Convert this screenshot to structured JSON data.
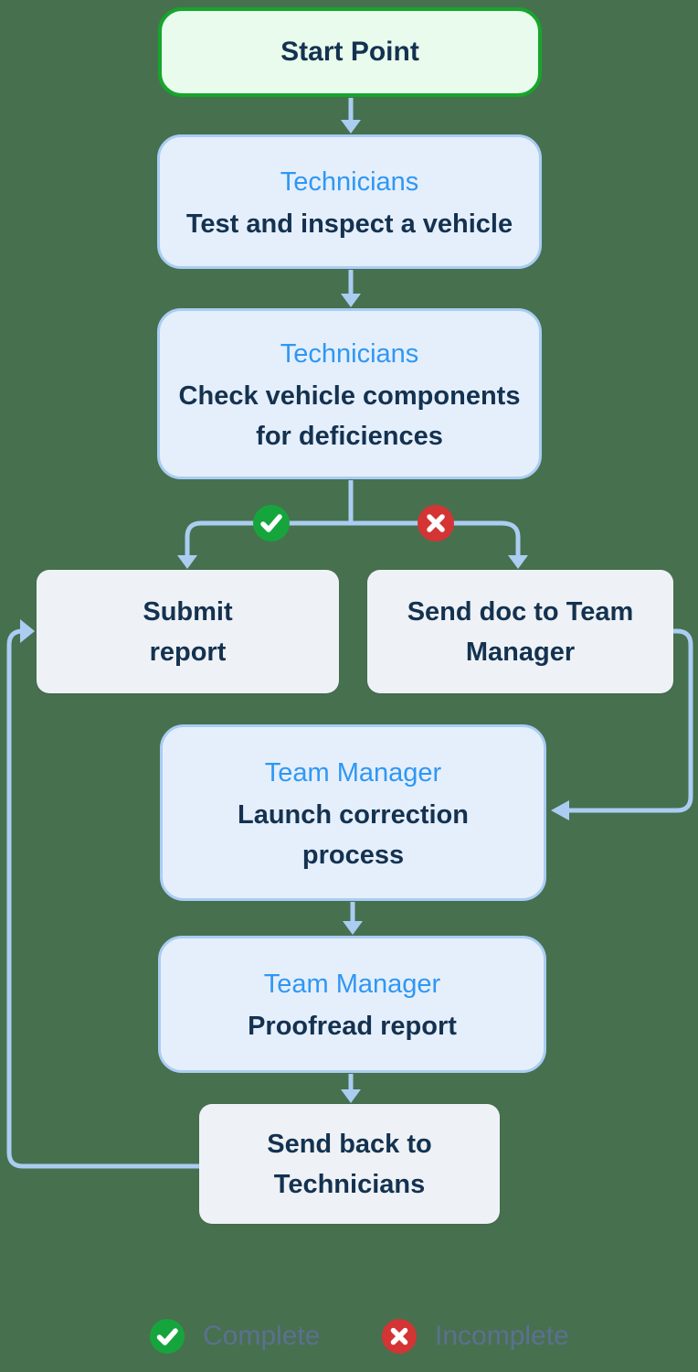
{
  "colors": {
    "canvas_background": "#47704f",
    "start_node_border": "#16a52c",
    "start_node_background": "#e9fbec",
    "blue_node_border": "#a9cdf4",
    "blue_node_background": "#e5effc",
    "gray_node_background": "#eef2f6",
    "role_text": "#2f97f3",
    "body_text": "#143250",
    "connector": "#abcdf2",
    "complete_icon_color": "#16a53c",
    "incomplete_icon_color": "#d43434",
    "legend_text": "#5b7090"
  },
  "nodes": [
    {
      "id": "start",
      "label": "Start Point"
    },
    {
      "id": "test",
      "role": "Technicians",
      "label": "Test and inspect a vehicle"
    },
    {
      "id": "check",
      "role": "Technicians",
      "label": "Check vehicle components\nfor deficiences"
    },
    {
      "id": "submit",
      "label": "Submit\nreport"
    },
    {
      "id": "senddoc",
      "label": "Send doc to Team\nManager"
    },
    {
      "id": "launch",
      "role": "Team Manager",
      "label": "Launch correction\nprocess"
    },
    {
      "id": "proofread",
      "role": "Team Manager",
      "label": "Proofread report"
    },
    {
      "id": "sendback",
      "label": "Send back to\nTechnicians"
    }
  ],
  "branch_icons": [
    {
      "icon": "check-icon",
      "meaning": "Complete"
    },
    {
      "icon": "cross-icon",
      "meaning": "Incomplete"
    }
  ],
  "legend": {
    "items": [
      {
        "icon": "check-icon",
        "label": "Complete"
      },
      {
        "icon": "cross-icon",
        "label": "Incomplete"
      }
    ]
  }
}
